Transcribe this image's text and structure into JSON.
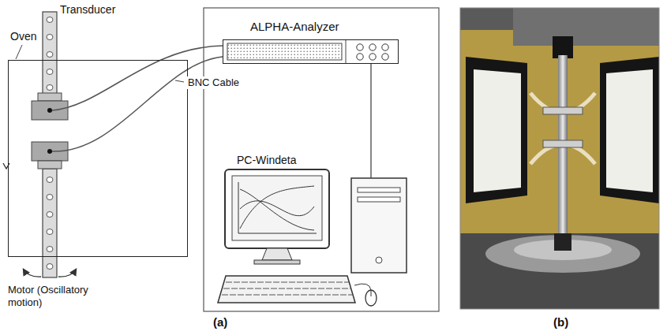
{
  "diagram": {
    "nodes": [
      {
        "text": [
          "Oven"
        ]
      },
      {
        "text": [
          "ALPHA-Analyzer"
        ]
      },
      {
        "text": [
          "PC-Windeta"
        ]
      }
    ],
    "edges": [
      {
        "from": 1,
        "to": 2,
        "arrow": "none"
      }
    ],
    "labels": [
      "Transducer",
      "BNC Cable",
      "Motor (Oscillatory motion)",
      "(a)",
      "(b)"
    ]
  }
}
